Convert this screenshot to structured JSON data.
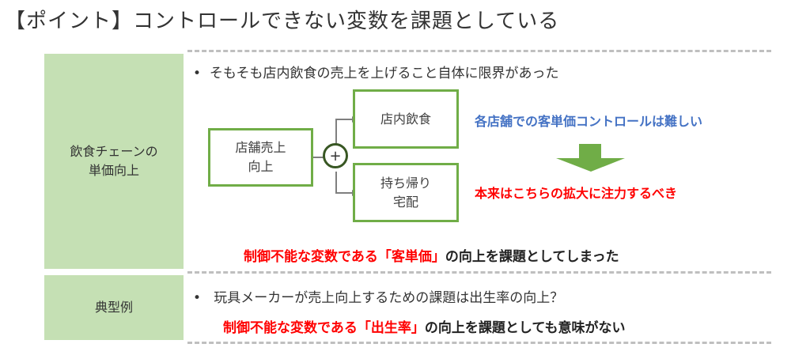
{
  "title": "【ポイント】コントロールできない変数を課題としている",
  "rows": [
    {
      "label_line1": "飲食チェーンの",
      "label_line2": "単価向上",
      "bullet": "そもそも店内飲食の売上を上げること自体に限界があった",
      "diagram": {
        "root_line1": "店舗売上",
        "root_line2": "向上",
        "operator": "+",
        "branch1": "店内飲食",
        "branch2_line1": "持ち帰り",
        "branch2_line2": "宅配"
      },
      "note_blue": "各店舗での客単価コントロールは難しい",
      "note_red": "本来はこちらの拡大に注力するべき",
      "conclusion_red": "制御不能な変数である「客単価」",
      "conclusion_rest": "の向上を課題としてしまった"
    },
    {
      "label": "典型例",
      "bullet": "玩具メーカーが売上向上するための課題は出生率の向上？",
      "conclusion_red": "制御不能な変数である「出生率」",
      "conclusion_rest": "の向上を課題としても意味がない"
    }
  ],
  "colors": {
    "cell": "#c5e0b4",
    "box": "#70ad47",
    "blue": "#4472c4",
    "red": "#ff0000"
  }
}
